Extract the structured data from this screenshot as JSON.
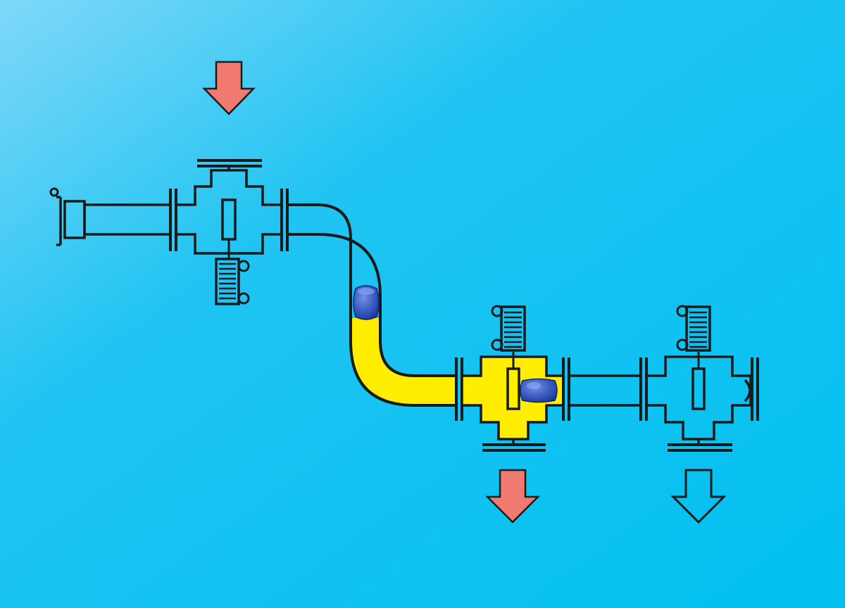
{
  "diagram": {
    "type": "pipeline-schematic",
    "background": {
      "base": "#00c0f0",
      "highlight": "#7fd8f8"
    },
    "colors": {
      "outline": "#1a1a1a",
      "active_fill": "#ffee00",
      "arrow_active": "#f07a70",
      "arrow_inactive": "none",
      "pig_dark": "#1a3aa0",
      "pig_light": "#6f8fe8"
    },
    "components": [
      {
        "name": "launcher-trap",
        "state": "closed"
      },
      {
        "name": "valve-1",
        "state": "closed"
      },
      {
        "name": "bend-pipe",
        "state": "partially-filled"
      },
      {
        "name": "valve-2",
        "state": "open"
      },
      {
        "name": "valve-3",
        "state": "closed"
      },
      {
        "name": "receiver-end",
        "state": "closed"
      }
    ],
    "arrows": [
      {
        "name": "inlet-arrow",
        "direction": "down",
        "active": true
      },
      {
        "name": "outlet-arrow-1",
        "direction": "down",
        "active": true
      },
      {
        "name": "outlet-arrow-2",
        "direction": "down",
        "active": false
      }
    ],
    "pigs": [
      {
        "name": "pig-in-bend",
        "location": "bend-pipe"
      },
      {
        "name": "pig-in-valve-2",
        "location": "valve-2"
      }
    ]
  }
}
